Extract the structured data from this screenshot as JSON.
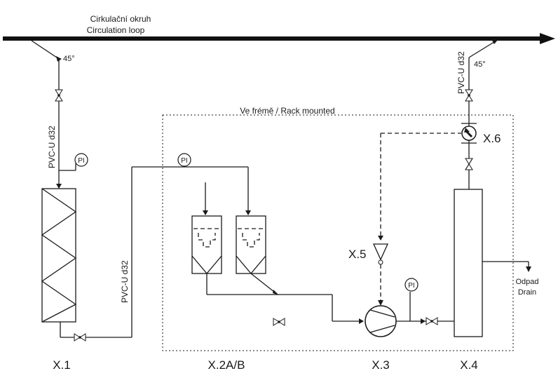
{
  "loop": {
    "label_cz": "Cirkulační okruh",
    "label_en": "Circulation loop"
  },
  "angle_left": "45°",
  "angle_right": "45°",
  "pipes": {
    "left": "PVC-U d32",
    "middle": "PVC-U d32",
    "right": "PVC-U d32"
  },
  "frame": {
    "label": "Ve frémě / Rack mounted"
  },
  "instruments": {
    "pi_left": "PI",
    "pi_top": "PI",
    "pi_pump": "PI"
  },
  "units": {
    "x1": "X.1",
    "x2": "X.2A/B",
    "x3": "X.3",
    "x4": "X.4",
    "x5": "X.5",
    "x6": "X.6"
  },
  "drain": {
    "cz": "Odpad",
    "en": "Drain"
  }
}
